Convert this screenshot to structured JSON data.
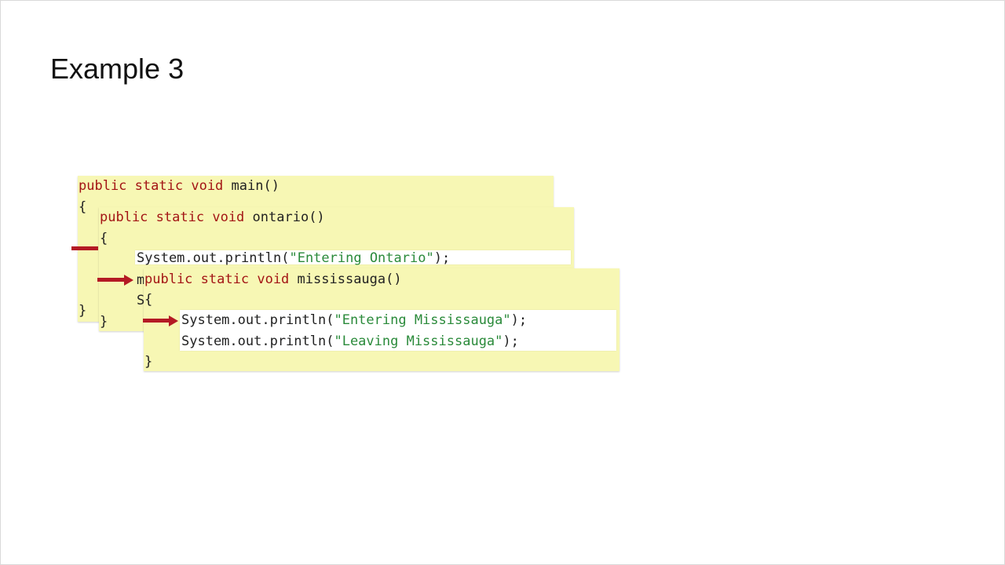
{
  "slide": {
    "title": "Example 3"
  },
  "main_panel": {
    "kw_public": "public",
    "kw_static": "static",
    "kw_void": "void",
    "signature_name": "main()",
    "open_brace": "{",
    "close_brace": "}"
  },
  "ontario_panel": {
    "kw_public": "public",
    "kw_static": "static",
    "kw_void": "void",
    "signature_name": "ontario()",
    "open_brace": "{",
    "line1_prefix": "System.out.println(",
    "line1_string": "\"Entering Ontario\"",
    "line1_suffix": ");",
    "line2_partial": "m",
    "line3_partial": "S",
    "close_brace": "}"
  },
  "mississauga_panel": {
    "kw_public": "public",
    "kw_static": "static",
    "kw_void": "void",
    "signature_name": "mississauga()",
    "open_brace": "{",
    "line1_prefix": "System.out.println(",
    "line1_string": "\"Entering Mississauga\"",
    "line1_suffix": ");",
    "line2_prefix": "System.out.println(",
    "line2_string": "\"Leaving Mississauga\"",
    "line2_suffix": ");",
    "close_brace": "}"
  },
  "colors": {
    "panel_bg": "#f7f7b4",
    "keyword": "#a31515",
    "string": "#2a8a3a",
    "arrow": "#b41a24"
  }
}
